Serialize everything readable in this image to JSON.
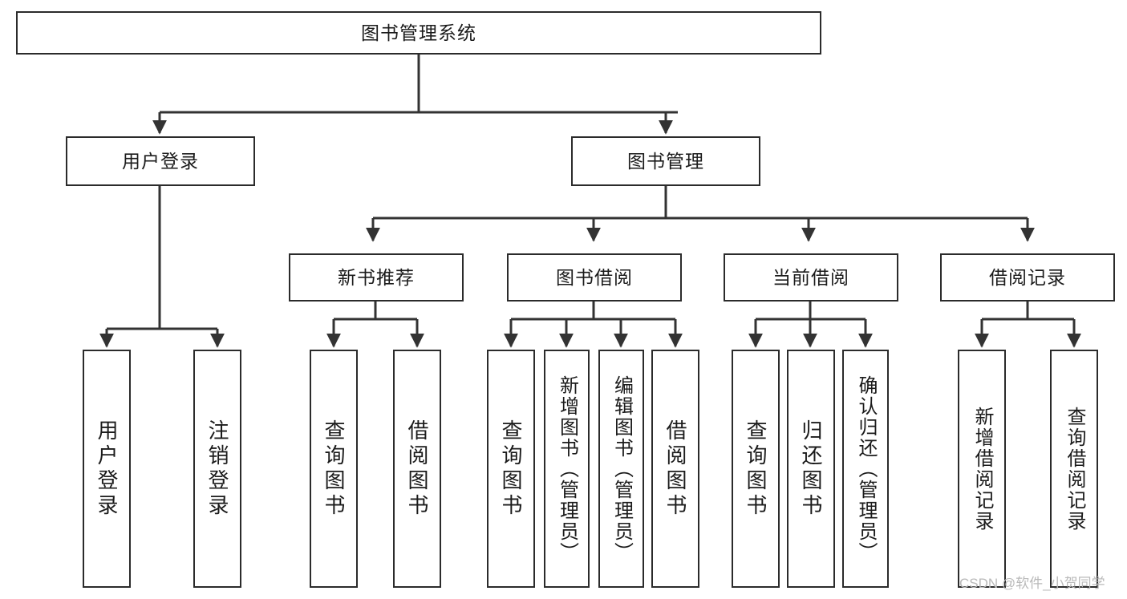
{
  "diagram": {
    "type": "hierarchy-tree",
    "title": "图书管理系统",
    "colors": {
      "box_border": "#2b2b2b",
      "box_fill": "#ffffff",
      "connector": "#333333",
      "text": "#1b1b1b",
      "watermark": "#b9b9b9",
      "background": "#ffffff"
    },
    "root": {
      "label": "图书管理系统"
    },
    "level2": [
      {
        "label": "用户登录"
      },
      {
        "label": "图书管理"
      }
    ],
    "level3": [
      {
        "label": "新书推荐"
      },
      {
        "label": "图书借阅"
      },
      {
        "label": "当前借阅"
      },
      {
        "label": "借阅记录"
      }
    ],
    "leaves": {
      "user_login": [
        {
          "label": "用户登录"
        },
        {
          "label": "注销登录"
        }
      ],
      "new_book_recommend": [
        {
          "label": "查询图书"
        },
        {
          "label": "借阅图书"
        }
      ],
      "book_borrow": [
        {
          "label": "查询图书"
        },
        {
          "label": "新增图书（管理员）"
        },
        {
          "label": "编辑图书（管理员）"
        },
        {
          "label": "借阅图书"
        }
      ],
      "current_borrow": [
        {
          "label": "查询图书"
        },
        {
          "label": "归还图书"
        },
        {
          "label": "确认归还（管理员）"
        }
      ],
      "borrow_record": [
        {
          "label": "新增借阅记录"
        },
        {
          "label": "查询借阅记录"
        }
      ]
    },
    "watermark": "CSDN @软件_小贺同学"
  }
}
